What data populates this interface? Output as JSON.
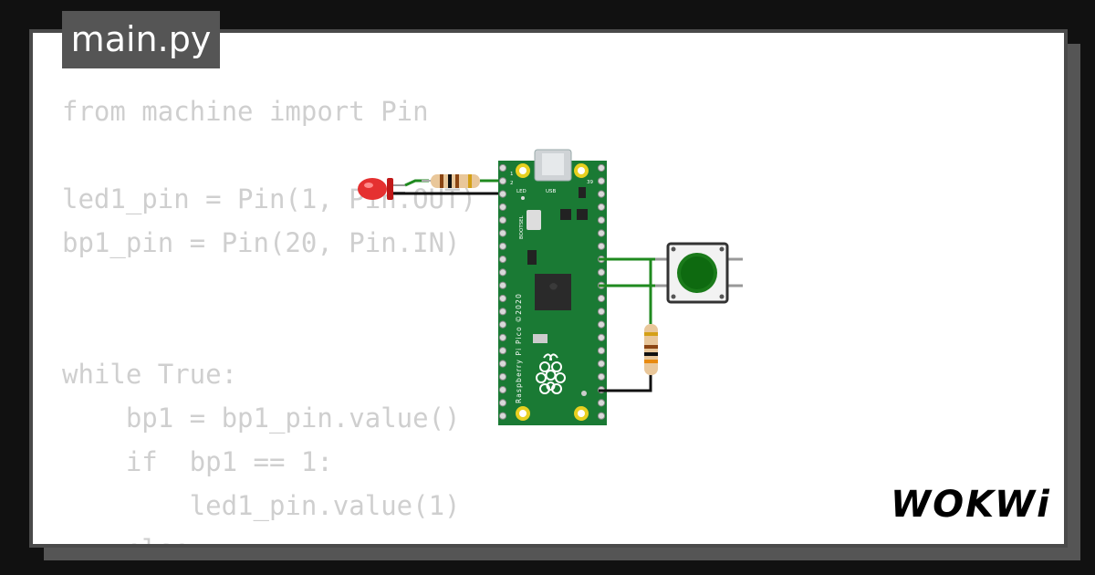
{
  "file_tab": {
    "label": "main.py"
  },
  "code_lines": [
    "from machine import Pin",
    "",
    "led1_pin = Pin(1, Pin.OUT)",
    "bp1_pin = Pin(20, Pin.IN)",
    "",
    "",
    "while True:",
    "    bp1 = bp1_pin.value()",
    "    if  bp1 == 1:",
    "        led1_pin.value(1)",
    "    else:"
  ],
  "board": {
    "name": "Raspberry Pi Pico ©2020",
    "bootsel_label": "BOOTSEL",
    "led_label": "LED",
    "usb_label": "USB",
    "pin_label_top_left": "1",
    "pin_label_2": "2",
    "pin_label_top_right": "39"
  },
  "components": [
    "red-led",
    "resistor",
    "resistor",
    "green-pushbutton",
    "raspberry-pi-pico"
  ],
  "brand": {
    "logo_text": "WOKWi"
  },
  "colors": {
    "background": "#111111",
    "panel": "#ffffff",
    "tab": "#555555",
    "code_text": "#cfcfcf",
    "board_green": "#1a7a34",
    "wire_green": "#1f8a1f",
    "led_red": "#e02020",
    "button_green": "#1a7a1a"
  }
}
